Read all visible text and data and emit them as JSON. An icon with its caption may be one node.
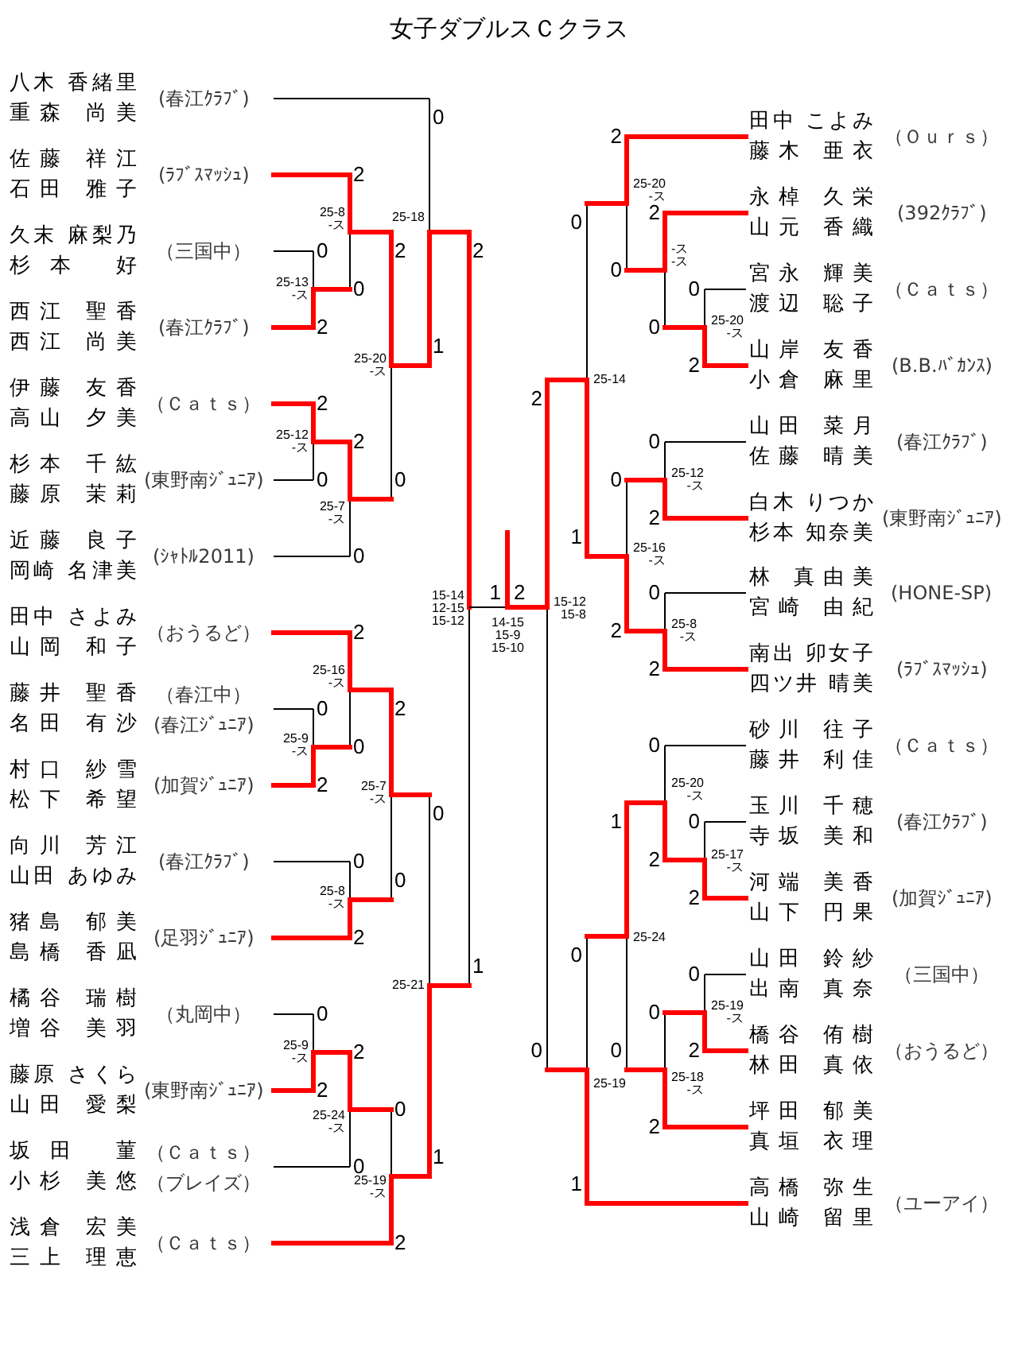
{
  "diagram": {
    "title": "女子ダブルスＣクラス",
    "nodes": [
      {
        "text": [
          "八木 香緒里",
          "重森 尚美"
        ],
        "beside": [
          "(春江ｸﾗﾌﾞ)"
        ]
      },
      {
        "text": [
          "佐藤 祥江",
          "石田 雅子"
        ],
        "beside": [
          "(ﾗﾌﾞｽﾏｯｼｭ)"
        ]
      },
      {
        "text": [
          "久末 麻梨乃",
          "杉本 好"
        ],
        "beside": [
          "（三国中）"
        ]
      },
      {
        "text": [
          "西江 聖香",
          "西江 尚美"
        ],
        "beside": [
          "(春江ｸﾗﾌﾞ)"
        ]
      },
      {
        "text": [
          "伊藤 友香",
          "高山 夕美"
        ],
        "beside": [
          "（Ｃａｔｓ）"
        ]
      },
      {
        "text": [
          "杉本 千紘",
          "藤原 茉莉"
        ],
        "beside": [
          "(東野南ｼﾞｭﾆｱ)"
        ]
      },
      {
        "text": [
          "近藤 良子",
          "岡崎 名津美"
        ],
        "beside": [
          "(ｼｬﾄﾙ2011)"
        ]
      },
      {
        "text": [
          "田中 さよみ",
          "山岡 和子"
        ],
        "beside": [
          "（おうるど）"
        ]
      },
      {
        "text": [
          "藤井 聖香",
          "名田 有沙"
        ],
        "beside": [
          "（春江中）",
          "(春江ｼﾞｭﾆｱ)"
        ]
      },
      {
        "text": [
          "村口 紗雪",
          "松下 希望"
        ],
        "beside": [
          "(加賀ｼﾞｭﾆｱ)"
        ]
      },
      {
        "text": [
          "向川 芳江",
          "山田 あゆみ"
        ],
        "beside": [
          "(春江ｸﾗﾌﾞ)"
        ]
      },
      {
        "text": [
          "猪島 郁美",
          "島橋 香凪"
        ],
        "beside": [
          "(足羽ｼﾞｭﾆｱ)"
        ]
      },
      {
        "text": [
          "橘谷 瑞樹",
          "増谷 美羽"
        ],
        "beside": [
          "（丸岡中）"
        ]
      },
      {
        "text": [
          "藤原 さくら",
          "山田 愛梨"
        ],
        "beside": [
          "(東野南ｼﾞｭﾆｱ)"
        ]
      },
      {
        "text": [
          "坂田 菫",
          "小杉 美悠"
        ],
        "beside": [
          "（Ｃａｔｓ）",
          "（ブレイズ）"
        ]
      },
      {
        "text": [
          "浅倉 宏美",
          "三上 理恵"
        ],
        "beside": [
          "（Ｃａｔｓ）"
        ]
      },
      {
        "text": [
          "田中 こよみ",
          "藤木 亜衣"
        ],
        "beside": [
          "（Ｏｕｒｓ）"
        ]
      },
      {
        "text": [
          "永棹 久栄",
          "山元 香織"
        ],
        "beside": [
          "(392ｸﾗﾌﾞ)"
        ]
      },
      {
        "text": [
          "宮永 輝美",
          "渡辺 聡子"
        ],
        "beside": [
          "（Ｃａｔｓ）"
        ]
      },
      {
        "text": [
          "山岸 友香",
          "小倉 麻里"
        ],
        "beside": [
          "(B.B.ﾊﾞｶﾝｽ)"
        ]
      },
      {
        "text": [
          "山田 菜月",
          "佐藤 晴美"
        ],
        "beside": [
          "(春江ｸﾗﾌﾞ)"
        ]
      },
      {
        "text": [
          "白木 りつか",
          "杉本 知奈美"
        ],
        "beside": [
          "(東野南ｼﾞｭﾆｱ)"
        ]
      },
      {
        "text": [
          "林 真由美",
          "宮崎 由紀"
        ],
        "beside": [
          "(HONE-SP)"
        ]
      },
      {
        "text": [
          "南出 卯女子",
          "四ツ井 晴美"
        ],
        "beside": [
          "(ﾗﾌﾞｽﾏｯｼｭ)"
        ]
      },
      {
        "text": [
          "砂川 往子",
          "藤井 利佳"
        ],
        "beside": [
          "（Ｃａｔｓ）"
        ]
      },
      {
        "text": [
          "玉川 千穂",
          "寺坂 美和"
        ],
        "beside": [
          "(春江ｸﾗﾌﾞ)"
        ]
      },
      {
        "text": [
          "河端 美香",
          "山下 円果"
        ],
        "beside": [
          "(加賀ｼﾞｭﾆｱ)"
        ]
      },
      {
        "text": [
          "山田 鈴紗",
          "出南 真奈"
        ],
        "beside": [
          "（三国中）"
        ]
      },
      {
        "text": [
          "橋谷 侑樹",
          "林田 真依"
        ],
        "beside": [
          "（おうるど）"
        ]
      },
      {
        "text": [
          "坪田 郁美",
          "真垣 衣理"
        ]
      },
      {
        "text": [
          "高橋 弥生",
          "山崎 留里"
        ],
        "beside": [
          "（ユーアイ）"
        ]
      }
    ],
    "labels": [
      "0",
      "2",
      "25-13 -ス",
      "2",
      "0",
      "25-8 -ス",
      "2",
      "0",
      "25-12 -ス",
      "2",
      "0",
      "25-7 -ス",
      "2",
      "0",
      "25-20 -ス",
      "0",
      "1",
      "25-18",
      "0",
      "2",
      "25-9 -ス",
      "2",
      "0",
      "25-16 -ス",
      "0",
      "2",
      "25-8 -ス",
      "2",
      "0",
      "25-7 -ス",
      "0",
      "2",
      "25-9 -ス",
      "2",
      "0",
      "25-24 -ス",
      "0",
      "2",
      "25-19 -ス",
      "0",
      "1",
      "25-21",
      "2",
      "1",
      "15-14 12-15 15-12",
      "1",
      "2",
      "14-15 15-9 15-10",
      "0",
      "2",
      "25-20 -ス",
      "2",
      "0",
      "-ス -ス",
      "2",
      "0",
      "25-20 -ス",
      "0",
      "2",
      "25-12 -ス",
      "0",
      "2",
      "25-8 -ス",
      "0",
      "2",
      "25-16 -ス",
      "0",
      "1",
      "25-14",
      "0",
      "2",
      "25-17 -ス",
      "0",
      "2",
      "25-20 -ス",
      "0",
      "2",
      "25-19 -ス",
      "0",
      "2",
      "25-18 -ス",
      "1",
      "0",
      "25-24",
      "0",
      "1",
      "25-19",
      "2",
      "0",
      "15-12 15-8"
    ]
  }
}
